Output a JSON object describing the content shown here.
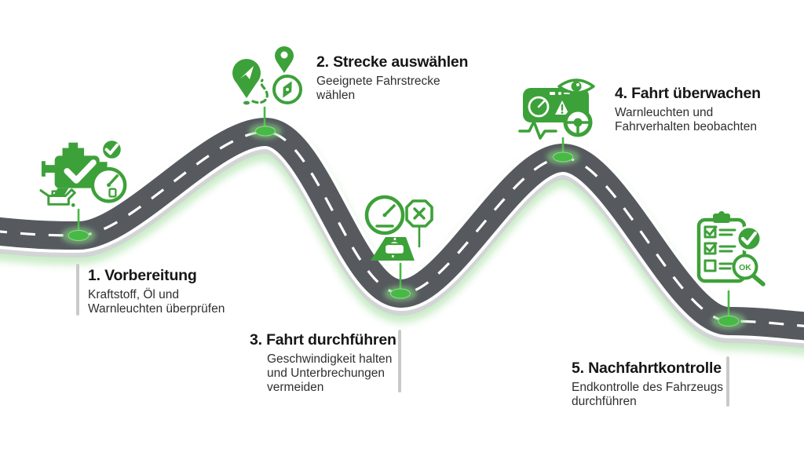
{
  "meta": {
    "kind": "roadmap-infographic",
    "language": "de"
  },
  "colors": {
    "background": "#ffffff",
    "icon_green": "#3da139",
    "marker_green": "#47b945",
    "marker_glow": "#86d681",
    "road_asphalt": "#565a5f",
    "road_casing": "#ffffff",
    "road_shadow": "#d2d4d6",
    "divider_gray": "#c9c9c9",
    "title_text": "#161616",
    "body_text": "#2f2f2f"
  },
  "steps": [
    {
      "number": "1",
      "title": "1. Vorbereitung",
      "description": "Kraftstoff, Öl und\nWarnleuchten überprüfen",
      "icon": "engine-check-icon"
    },
    {
      "number": "2",
      "title": "2. Strecke auswählen",
      "description": "Geeignete Fahrstrecke\nwählen",
      "icon": "route-selection-icon"
    },
    {
      "number": "3",
      "title": "3. Fahrt durchführen",
      "description": "Geschwindigkeit halten\nund Unterbrechungen\nvermeiden",
      "icon": "speed-road-stop-icon"
    },
    {
      "number": "4",
      "title": "4. Fahrt überwachen",
      "description": "Warnleuchten und\nFahrverhalten beobachten",
      "icon": "dashboard-monitoring-icon"
    },
    {
      "number": "5",
      "title": "5. Nachfahrtkontrolle",
      "description": "Endkontrolle des Fahrzeugs\ndurchführen",
      "icon": "checklist-ok-icon",
      "icon_label": "OK"
    }
  ]
}
